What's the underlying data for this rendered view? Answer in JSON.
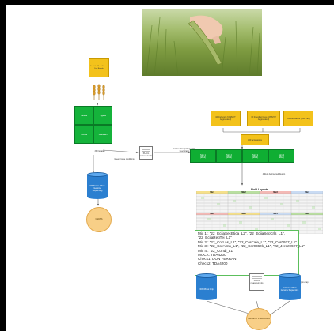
{
  "diagram": {
    "top_left_box": "Durable Wheat France Durl Breeds",
    "side_labels": {
      "greenhouse": "Green house conditions",
      "placl": "PLACL measurements",
      "intermediate": "intermediate pathogenicity level strains"
    },
    "grid_cells": [
      "Saudia",
      "Tigella",
      "Tunisia",
      "Sbeitlaan"
    ],
    "isolates_label": "330 Isolates",
    "sequencing_cylinder": "330 Strains Whole Genome Sequencing",
    "gwas": "GWAS",
    "yellow_boxes": {
      "cultivars": "10 Cultivars (CIMMYT Aggregated)",
      "breeding": "30 breeding lines (CIMMYT Aggregated)",
      "landraces": "100 Landraces (280 lines)"
    },
    "accessions": "320 accessions",
    "strains": [
      {
        "label": "Strn 1",
        "sub": "(Mix1)"
      },
      {
        "label": "Strn 2",
        "sub": "(Mix2)"
      },
      {
        "label": "Strn 3",
        "sub": "(Mix3)"
      },
      {
        "label": "Strn 4",
        "sub": "(Mix4)"
      }
    ],
    "augmented_design": "4 Reps Augmented Design",
    "spore_trap": "Spore trap",
    "bottom": {
      "chip": "30K Wheat Chip",
      "placl": "PLACL measurements",
      "sequencing": "20 Strains Whole Genome Sequencing",
      "prediction": "Genomic Predictions"
    }
  },
  "table": {
    "title": "Field Layouts",
    "caption": "Augmented balanced incomplete block design (BIBD) in Mix",
    "blocks": [
      "Mix1",
      "Mix2",
      "Mix3",
      "Mix4"
    ],
    "colors": [
      "#f5e08a",
      "#b9dfa0",
      "#f4b9b5",
      "#c9dbf3"
    ]
  },
  "mix": {
    "lines": [
      "Mix 1 : \"22_EcijaSecEtica_L2\", \"22_EcijaSecCrls_L1\",",
      "\"22_EcijaRegTej_L1\"",
      "Mix 2 : \"22_CorLas_L1\", \"22_CorCale_L1\", \"22_Cor0927_L1\"",
      "Mix 3 : \"22_CorAlmn_L1\", \"22_Cor0360k_L1\", \"22_Jerez0927_L1\"",
      "Mix 4 : \"22_CorIdi_L1\"",
      "MOCK: TDA4200",
      "Check1: DON FERRAN",
      "Check2: TDA4200"
    ]
  }
}
